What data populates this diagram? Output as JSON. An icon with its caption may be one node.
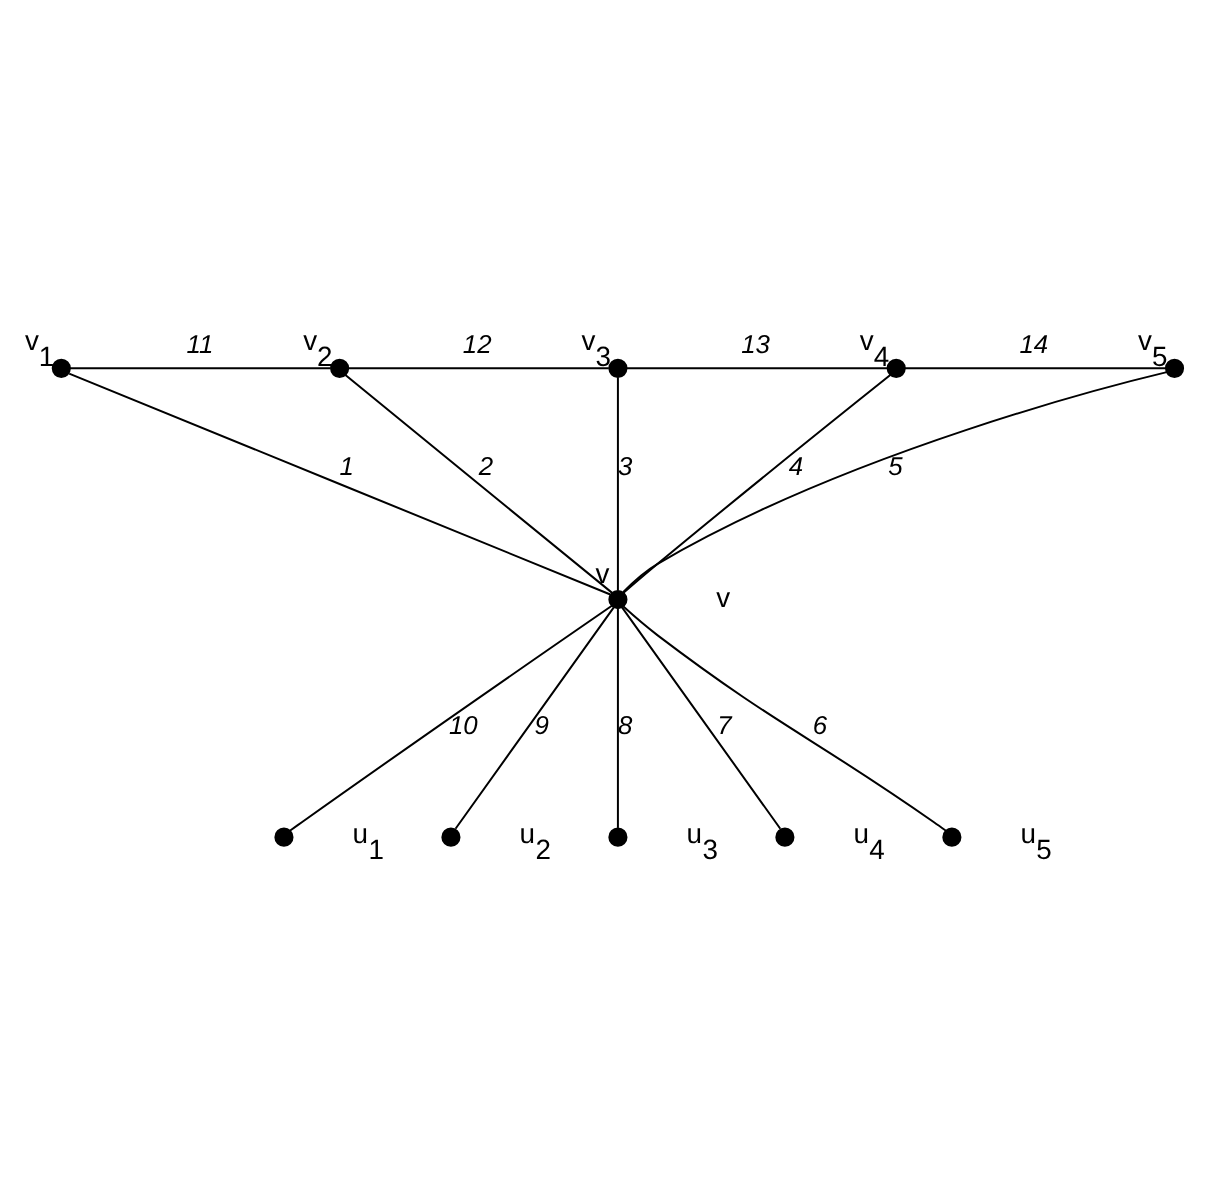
{
  "diagram": {
    "nodes": [
      {
        "text": [],
        "shape": "circle",
        "beside": [
          "v$_{1}$"
        ]
      },
      {
        "text": [],
        "shape": "circle",
        "beside": [
          "v$_{2}$"
        ]
      },
      {
        "text": [],
        "shape": "circle",
        "beside": [
          "v$_{3}$"
        ]
      },
      {
        "text": [],
        "shape": "circle",
        "beside": [
          "v$_{4}$"
        ]
      },
      {
        "text": [],
        "shape": "circle",
        "beside": [
          "v$_{5}$"
        ]
      },
      {
        "text": [],
        "shape": "circle",
        "beside": [
          "v"
        ]
      },
      {
        "text": [],
        "shape": "circle",
        "beside": [
          "u$_{1}$"
        ]
      },
      {
        "text": [],
        "shape": "circle",
        "beside": [
          "u$_{2}$"
        ]
      },
      {
        "text": [],
        "shape": "circle",
        "beside": [
          "u$_{3}$"
        ]
      },
      {
        "text": [],
        "shape": "circle",
        "beside": [
          "u$_{4}$"
        ]
      },
      {
        "text": [],
        "shape": "circle",
        "beside": [
          "u$_{5}$"
        ]
      }
    ],
    "edges": [
      {
        "from": 0,
        "to": 5,
        "arrow": "none",
        "label": "1"
      },
      {
        "from": 1,
        "to": 5,
        "arrow": "none",
        "label": "2"
      },
      {
        "from": 2,
        "to": 5,
        "arrow": "none",
        "label": "3"
      },
      {
        "from": 3,
        "to": 5,
        "arrow": "none",
        "label": "4"
      },
      {
        "from": 4,
        "to": 5,
        "arrow": "none",
        "label": "5"
      },
      {
        "from": 5,
        "to": 10,
        "arrow": "none",
        "label": "6"
      },
      {
        "from": 5,
        "to": 9,
        "arrow": "none",
        "label": "7"
      },
      {
        "from": 5,
        "to": 8,
        "arrow": "none",
        "label": "8"
      },
      {
        "from": 5,
        "to": 7,
        "arrow": "none",
        "label": "9"
      },
      {
        "from": 5,
        "to": 6,
        "arrow": "none",
        "label": "10"
      },
      {
        "from": 0,
        "to": 1,
        "arrow": "none",
        "label": "11"
      },
      {
        "from": 1,
        "to": 2,
        "arrow": "none",
        "label": "12"
      },
      {
        "from": 2,
        "to": 3,
        "arrow": "none",
        "label": "13"
      },
      {
        "from": 3,
        "to": 4,
        "arrow": "none",
        "label": "14"
      }
    ],
    "labels": [
      "v"
    ]
  }
}
